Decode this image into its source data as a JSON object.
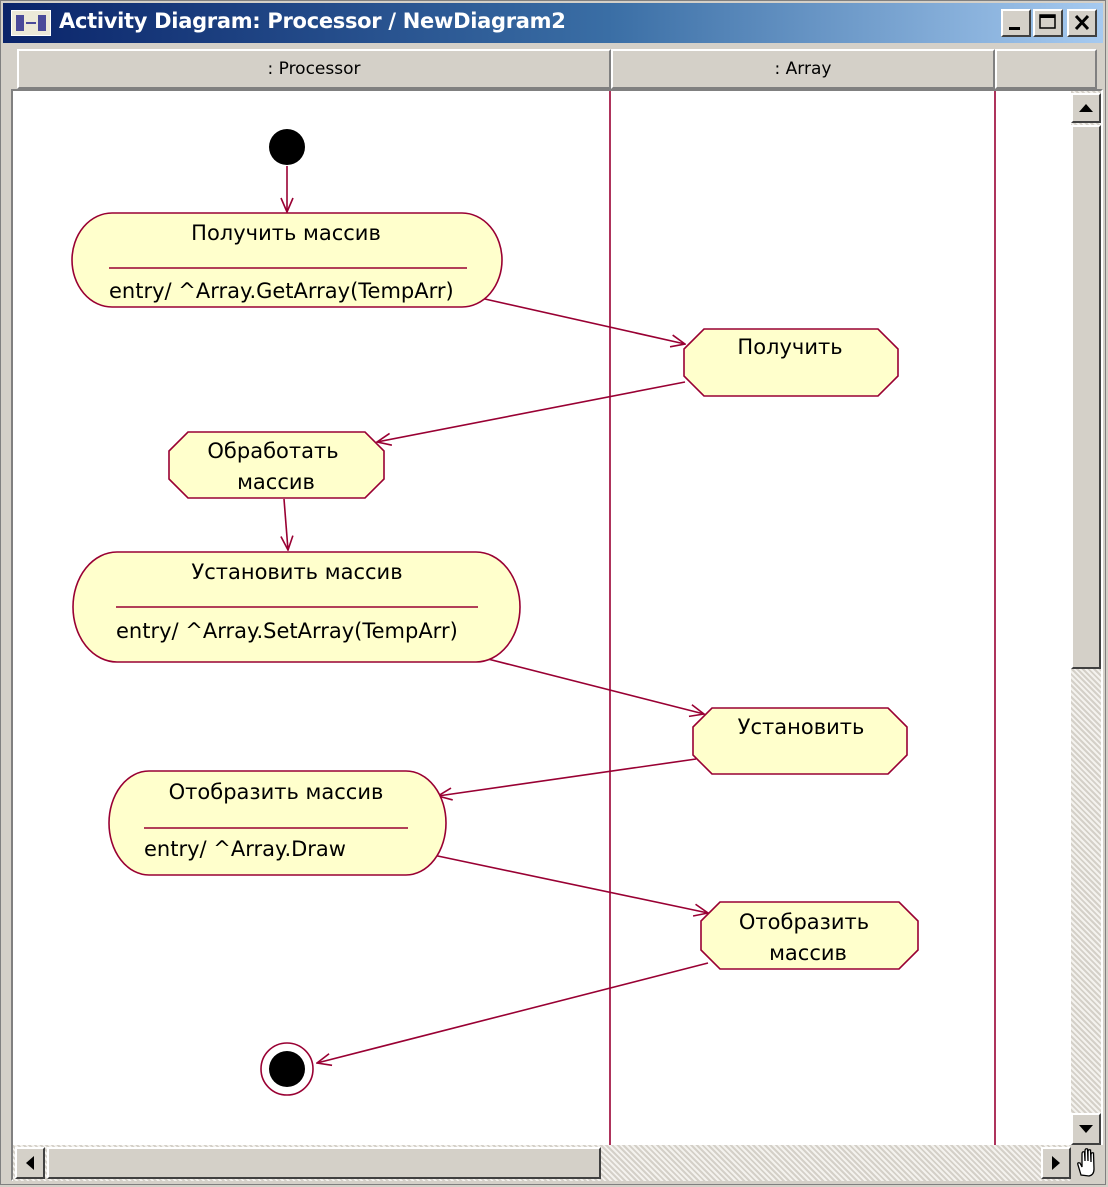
{
  "window": {
    "title": "Activity Diagram: Processor / NewDiagram2",
    "controls": [
      "minimize-icon",
      "maximize-icon",
      "close-icon"
    ]
  },
  "swimlanes": [
    {
      "label": ": Processor"
    },
    {
      "label": ": Array"
    }
  ],
  "diagram": {
    "activities": [
      {
        "id": "get-array",
        "lines": [
          "Получить массив"
        ],
        "entry": "entry/ ^Array.GetArray(TempArr)"
      },
      {
        "id": "receive",
        "lines": [
          "Получить"
        ],
        "entry": ""
      },
      {
        "id": "process-array",
        "lines": [
          "Обработать",
          "массив"
        ],
        "entry": ""
      },
      {
        "id": "set-array",
        "lines": [
          "Установить массив"
        ],
        "entry": "entry/ ^Array.SetArray(TempArr)"
      },
      {
        "id": "set",
        "lines": [
          "Установить"
        ],
        "entry": ""
      },
      {
        "id": "display-array",
        "lines": [
          "Отобразить массив"
        ],
        "entry": "entry/ ^Array.Draw"
      },
      {
        "id": "display",
        "lines": [
          "Отобразить",
          "массив"
        ],
        "entry": ""
      }
    ],
    "transitions": [
      [
        "start",
        "get-array"
      ],
      [
        "get-array",
        "receive"
      ],
      [
        "receive",
        "process-array"
      ],
      [
        "process-array",
        "set-array"
      ],
      [
        "set-array",
        "set"
      ],
      [
        "set",
        "display-array"
      ],
      [
        "display-array",
        "display"
      ],
      [
        "display",
        "end"
      ]
    ],
    "colors": {
      "fill": "#ffffcc",
      "stroke": "#990033",
      "node": "#000000"
    }
  },
  "scrollbars": {
    "vertical": [
      "scroll-up-arrow-icon",
      "scroll-down-arrow-icon"
    ],
    "horizontal": [
      "scroll-left-arrow-icon",
      "scroll-right-arrow-icon"
    ],
    "corner": "hand-icon"
  }
}
